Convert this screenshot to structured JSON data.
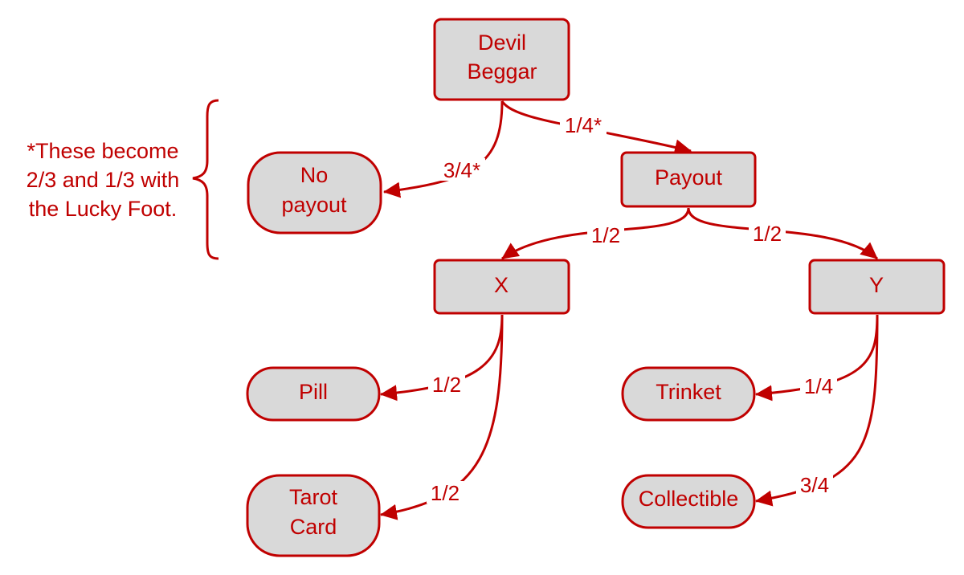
{
  "colors": {
    "stroke": "#c00000",
    "node_fill": "#d9d9d9",
    "text": "#c00000",
    "background": "#ffffff"
  },
  "nodes": {
    "devil_beggar": {
      "line1": "Devil",
      "line2": "Beggar"
    },
    "no_payout": {
      "line1": "No",
      "line2": "payout"
    },
    "payout": {
      "label": "Payout"
    },
    "x": {
      "label": "X"
    },
    "y": {
      "label": "Y"
    },
    "pill": {
      "label": "Pill"
    },
    "tarot_card": {
      "line1": "Tarot",
      "line2": "Card"
    },
    "trinket": {
      "label": "Trinket"
    },
    "collectible": {
      "label": "Collectible"
    }
  },
  "edges": {
    "devil_to_no_payout": "3/4*",
    "devil_to_payout": "1/4*",
    "payout_to_x": "1/2",
    "payout_to_y": "1/2",
    "x_to_pill": "1/2",
    "x_to_tarot": "1/2",
    "y_to_trinket": "1/4",
    "y_to_collectible": "3/4"
  },
  "note": {
    "line1": "*These become",
    "line2": "2/3 and 1/3 with",
    "line3": "the Lucky Foot."
  }
}
